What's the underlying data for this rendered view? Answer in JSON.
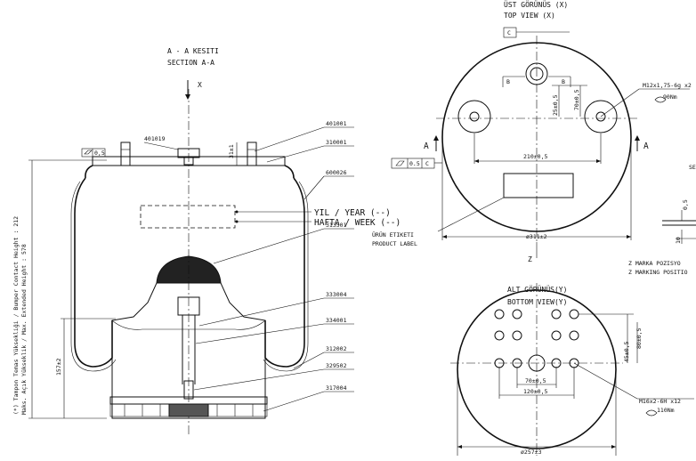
{
  "section_view": {
    "title_tr": "A - A KESITI",
    "title_en": "SECTION A-A",
    "x_marker": "X",
    "vertical_note_tr": "(*) Tampon Temas Yüksekliği / Bumper Contact Height : 212",
    "vertical_note_en": "Maks. Açık Yükseklik / Max. Extended Height : 578",
    "dim_157": "157±2",
    "dim_31": "31±1",
    "dim_05": "0,5",
    "year_label": "YIL / YEAR (--)",
    "week_label": "HAFTA / WEEK (--)",
    "parts": {
      "p401019": "401019",
      "p401001": "401001",
      "p310001": "310001",
      "p600026": "600026",
      "p313501": "313501",
      "p333004": "333004",
      "p334001": "334001",
      "p312002": "312002",
      "p329502": "329502",
      "p317004": "317004"
    }
  },
  "top_view": {
    "title_tr": "ÜST GÖRÜNÜS (X)",
    "title_en": "TOP VIEW (X)",
    "datum_c": "C",
    "flatness": "0.5",
    "flatness_datum": "C",
    "thread": "M12x1,75-6g x2",
    "torque": "90Nm",
    "dim_25": "25±0,5",
    "dim_70": "70±0,5",
    "dim_210": "210±0,5",
    "dim_diameter": "ø311±2",
    "label_b": "B",
    "section_a": "A",
    "z_marker": "Z",
    "product_label_tr": "ÜRÜN ETIKETI",
    "product_label_en": "PRODUCT LABEL"
  },
  "bottom_view": {
    "title_tr": "ALT GÖRÜNÜS(Y)",
    "title_en": "BOTTOM VIEW(Y)",
    "dim_80": "80±0,5",
    "dim_45": "45±0,5",
    "dim_70": "70±0,5",
    "dim_120": "120±0,5",
    "thread": "M16x2-6H x12",
    "torque": "110Nm",
    "dim_diameter": "ø257±3"
  },
  "right_partial": {
    "z_title_tr": "Z MARKA POZISYO",
    "z_title_en": "Z MARKING POSITIO",
    "se": "SE",
    "dim_05": "0,5",
    "dim_10": "10"
  }
}
